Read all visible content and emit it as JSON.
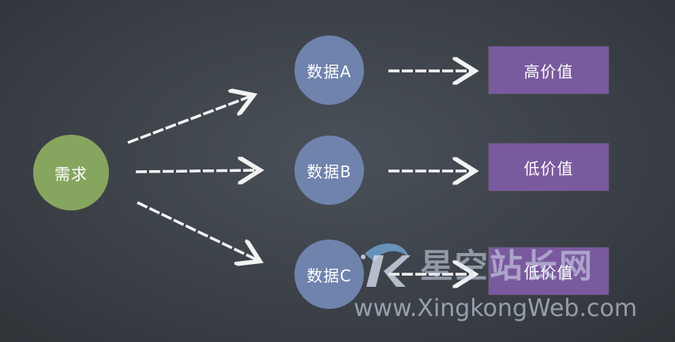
{
  "nodes": {
    "need": "需求",
    "data_a": "数据A",
    "data_b": "数据B",
    "data_c": "数据C",
    "value_1": "高价值",
    "value_2": "低价值",
    "value_3": "低价值"
  },
  "watermark": {
    "title": "星空站长网",
    "url": "www.XingkongWeb.com"
  },
  "colors": {
    "background": "#3c4148",
    "need": "#86a55f",
    "data": "#6f83ad",
    "value": "#7a5a9e",
    "arrow": "#f2f2f2"
  }
}
